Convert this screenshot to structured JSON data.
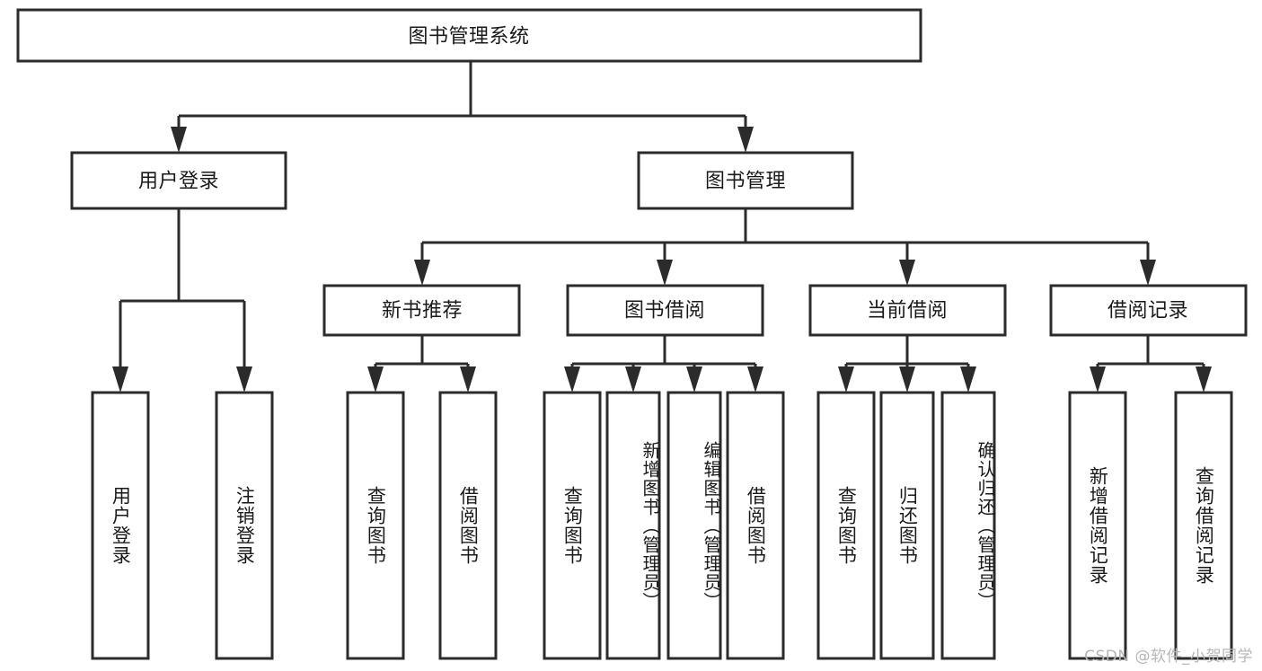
{
  "diagram": {
    "title": "图书管理系统",
    "type": "hierarchy-tree",
    "orientation": "top-down",
    "root": {
      "id": "root",
      "label": "图书管理系统",
      "text_direction": "horizontal"
    },
    "tier2": [
      {
        "id": "user-login",
        "label": "用户登录",
        "text_direction": "horizontal"
      },
      {
        "id": "book-management",
        "label": "图书管理",
        "text_direction": "horizontal"
      }
    ],
    "tier3": [
      {
        "id": "new-book-recommend",
        "label": "新书推荐",
        "text_direction": "horizontal",
        "parent": "book-management"
      },
      {
        "id": "book-borrow",
        "label": "图书借阅",
        "text_direction": "horizontal",
        "parent": "book-management"
      },
      {
        "id": "current-borrow",
        "label": "当前借阅",
        "text_direction": "horizontal",
        "parent": "book-management"
      },
      {
        "id": "borrow-record",
        "label": "借阅记录",
        "text_direction": "horizontal",
        "parent": "book-management"
      }
    ],
    "leaves": [
      {
        "id": "leaf-user-login",
        "label": "用户登录",
        "parent": "user-login",
        "text_direction": "vertical"
      },
      {
        "id": "leaf-user-logout",
        "label": "注销登录",
        "parent": "user-login",
        "text_direction": "vertical"
      },
      {
        "id": "leaf-query-book-1",
        "label": "查询图书",
        "parent": "new-book-recommend",
        "text_direction": "vertical"
      },
      {
        "id": "leaf-borrow-book-1",
        "label": "借阅图书",
        "parent": "new-book-recommend",
        "text_direction": "vertical"
      },
      {
        "id": "leaf-query-book-2",
        "label": "查询图书",
        "parent": "book-borrow",
        "text_direction": "vertical"
      },
      {
        "id": "leaf-add-book",
        "label": "新增图书（管理员）",
        "parent": "book-borrow",
        "text_direction": "vertical"
      },
      {
        "id": "leaf-edit-book",
        "label": "编辑图书（管理员）",
        "parent": "book-borrow",
        "text_direction": "vertical"
      },
      {
        "id": "leaf-borrow-book-2",
        "label": "借阅图书",
        "parent": "book-borrow",
        "text_direction": "vertical"
      },
      {
        "id": "leaf-query-book-3",
        "label": "查询图书",
        "parent": "current-borrow",
        "text_direction": "vertical"
      },
      {
        "id": "leaf-return-book",
        "label": "归还图书",
        "parent": "current-borrow",
        "text_direction": "vertical"
      },
      {
        "id": "leaf-confirm-return",
        "label": "确认归还（管理员）",
        "parent": "current-borrow",
        "text_direction": "vertical"
      },
      {
        "id": "leaf-add-record",
        "label": "新增借阅记录",
        "parent": "borrow-record",
        "text_direction": "vertical"
      },
      {
        "id": "leaf-query-record",
        "label": "查询借阅记录",
        "parent": "borrow-record",
        "text_direction": "vertical"
      }
    ],
    "colors": {
      "stroke": "#2b2b2b",
      "fill": "#ffffff",
      "text": "#1a1a1a",
      "watermark": "#b6b6b6"
    }
  },
  "watermark": {
    "text": "CSDN @软件_小贺同学"
  }
}
